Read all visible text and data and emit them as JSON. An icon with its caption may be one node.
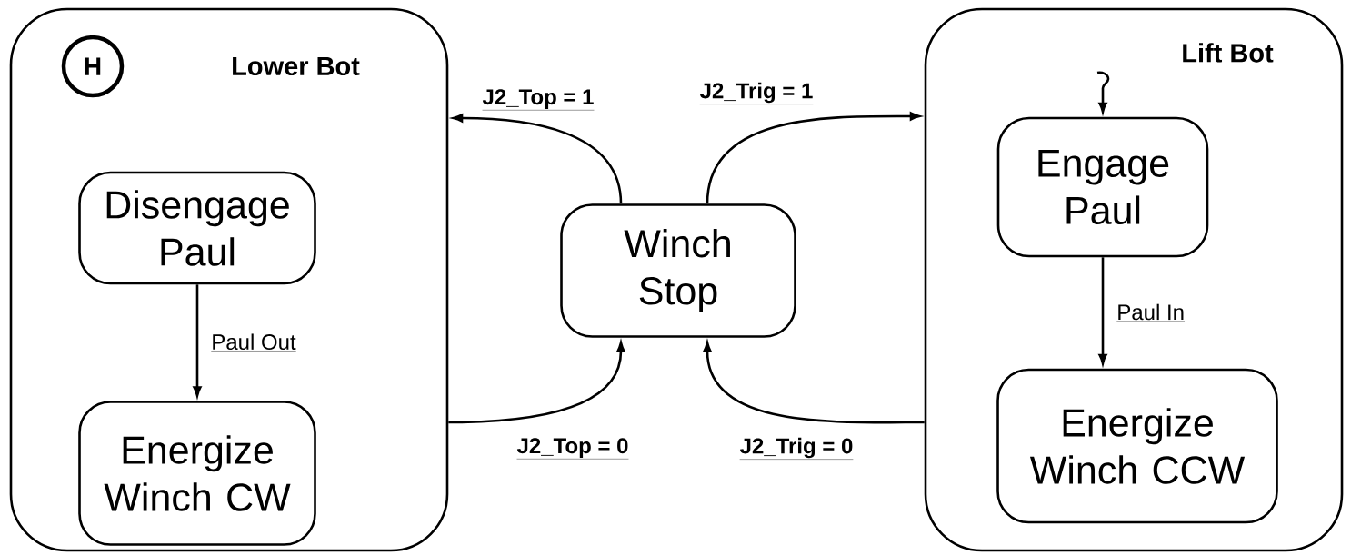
{
  "diagram": {
    "nodes": [
      {
        "text": [
          "Lower Bot"
        ]
      },
      {
        "text": [
          "H"
        ],
        "in": 0
      },
      {
        "text": [
          "Disengage Paul"
        ],
        "in": 0
      },
      {
        "text": [
          "Energize Winch CW"
        ],
        "in": 0
      },
      {
        "text": [
          "Winch Stop"
        ]
      },
      {
        "text": [
          "Lift Bot"
        ]
      },
      {
        "text": [
          "Engage Paul"
        ],
        "in": 5
      },
      {
        "text": [
          "Energize Winch CCW"
        ],
        "in": 5
      }
    ],
    "edges": [
      {
        "from": 2,
        "to": 3,
        "label": "Paul Out",
        "arrow": "to"
      },
      {
        "from": 4,
        "to": 0,
        "label": "J2_Top = 1",
        "arrow": "to"
      },
      {
        "from": 4,
        "to": 5,
        "label": "J2_Trig = 1",
        "arrow": "to"
      },
      {
        "from": 0,
        "to": 4,
        "label": "J2_Top = 0",
        "arrow": "to"
      },
      {
        "from": 5,
        "to": 4,
        "label": "J2_Trig = 0",
        "arrow": "to"
      },
      {
        "from": null,
        "to": 6,
        "arrow": "to"
      },
      {
        "from": 6,
        "to": 7,
        "label": "Paul In",
        "arrow": "to"
      }
    ]
  }
}
